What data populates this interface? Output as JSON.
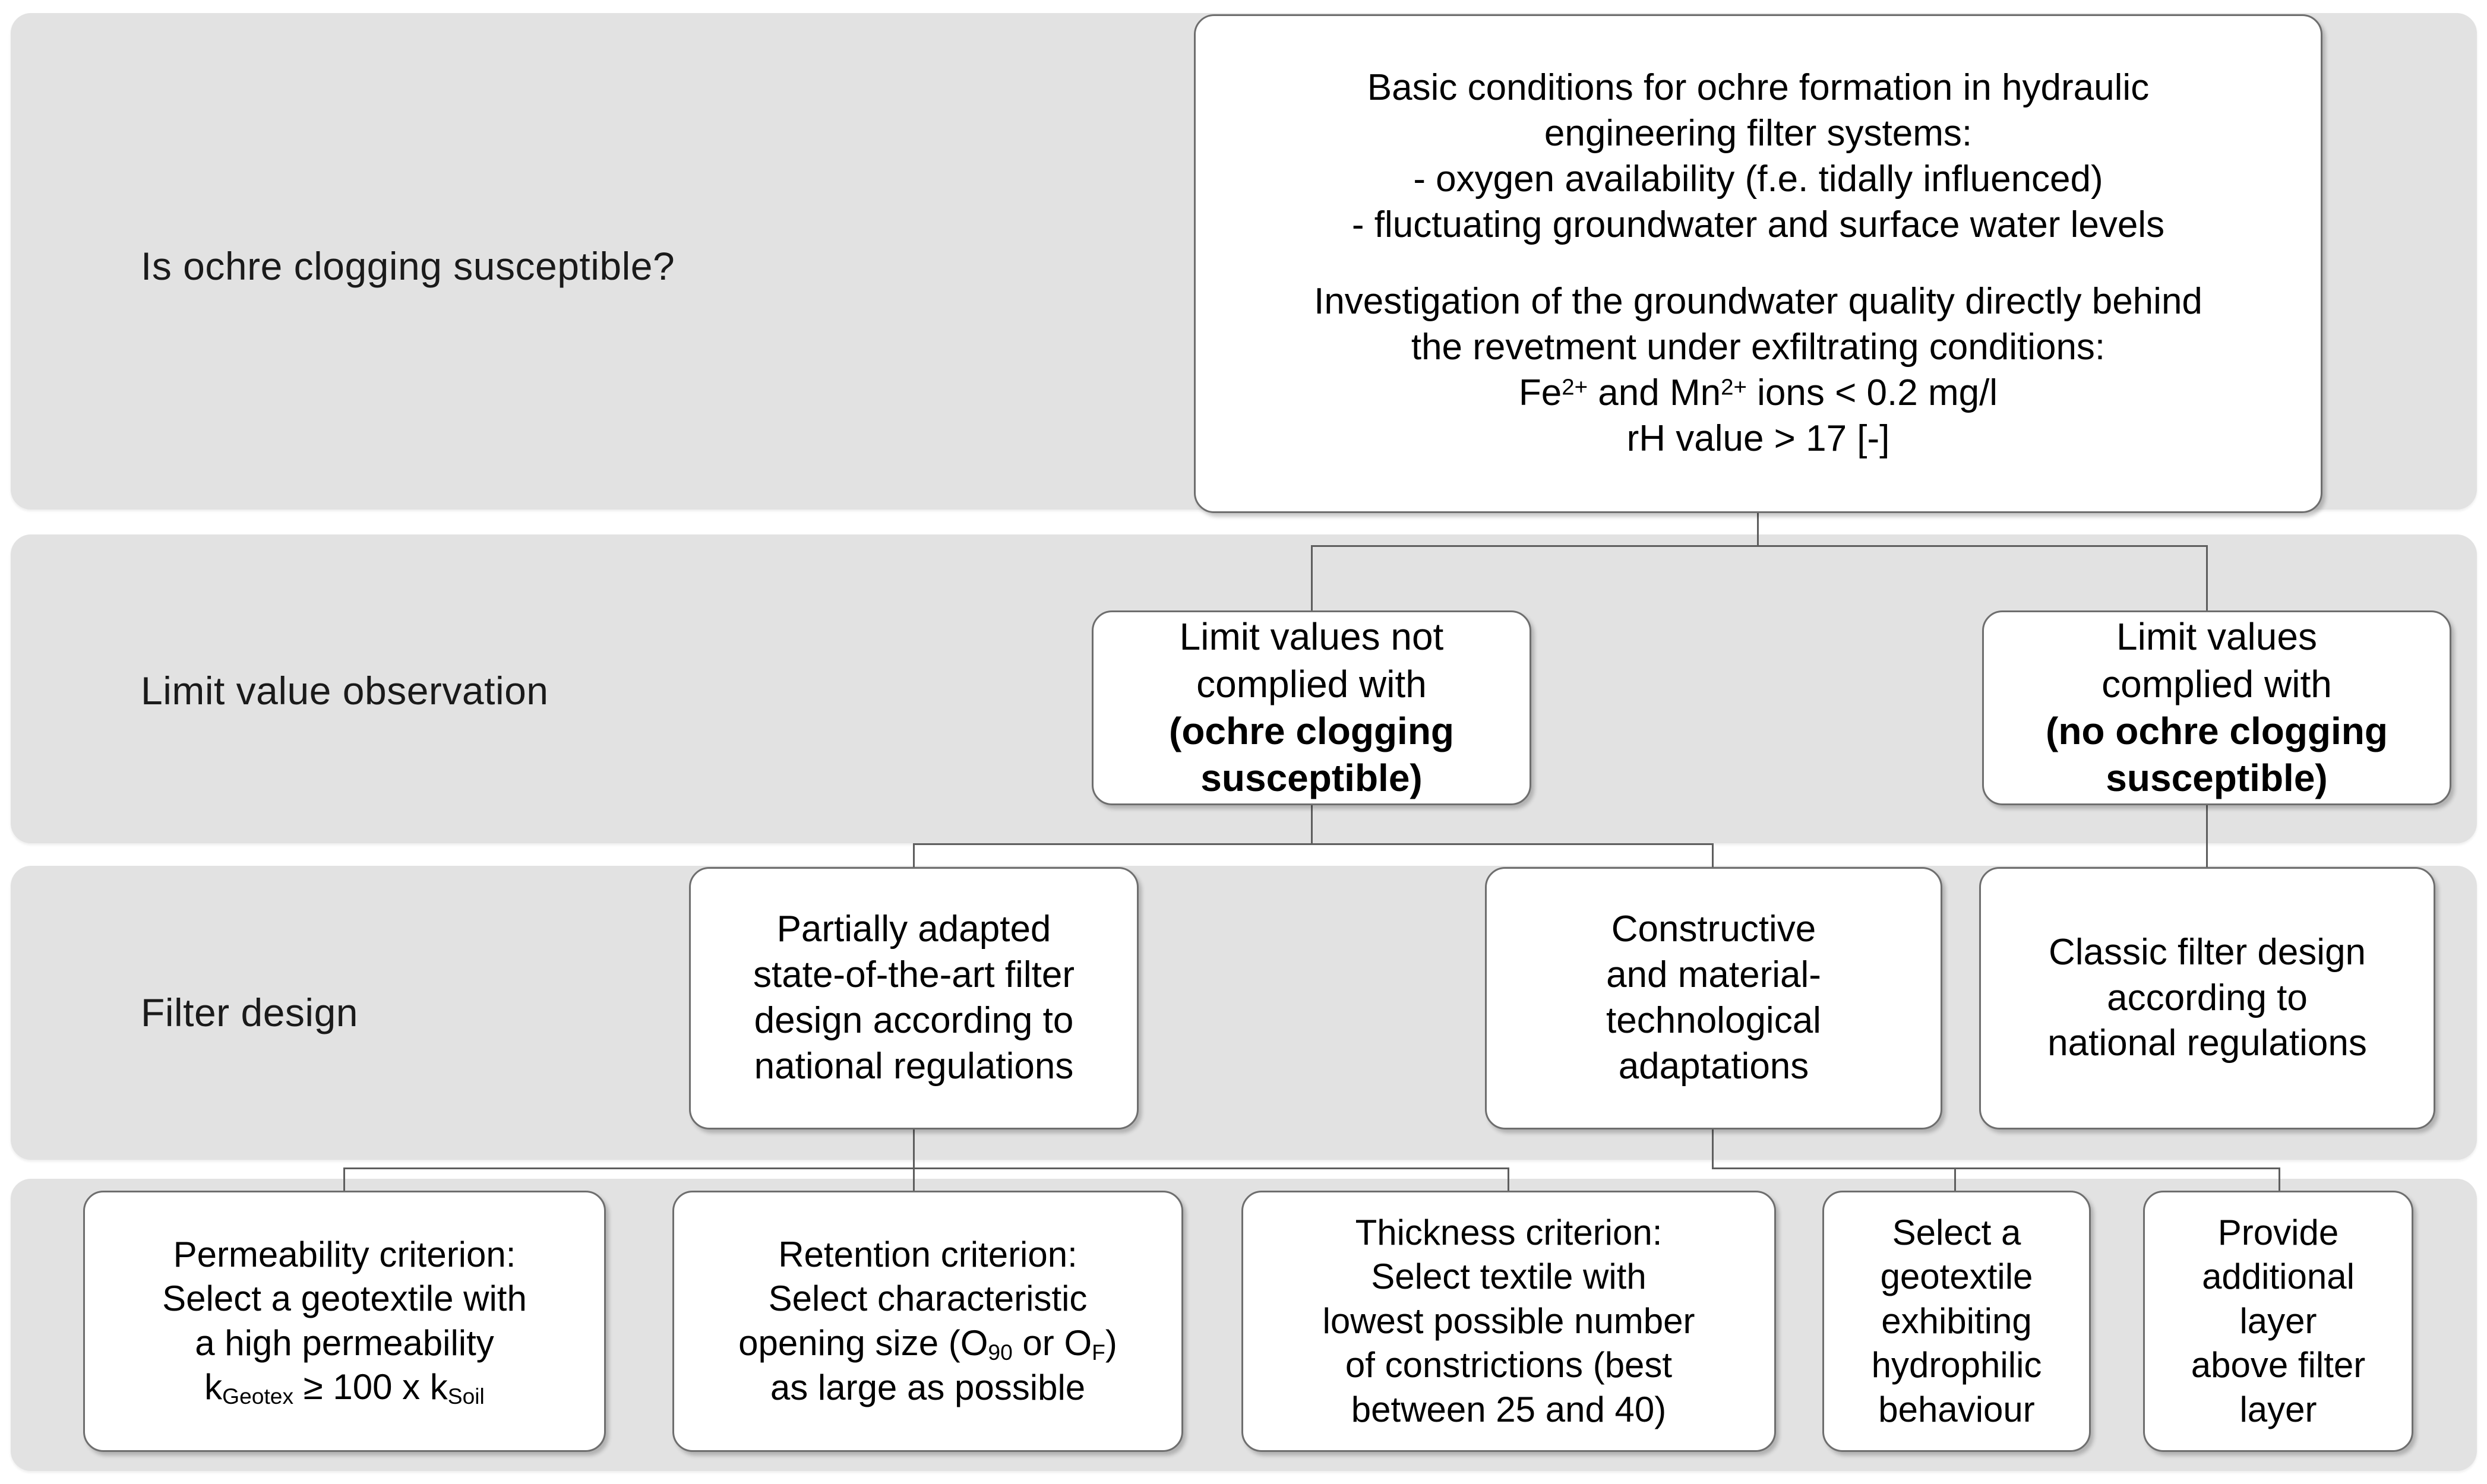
{
  "diagram": {
    "title": "Ochre clogging susceptibility and filter design decision flowchart",
    "band_color": "#e2e2e2",
    "node_border_color": "#6e6e6e",
    "node_fill": "#ffffff",
    "connector_color": "#5e5e5e"
  },
  "rows": [
    {
      "label": "Is ochre clogging  susceptible?"
    },
    {
      "label": "Limit value observation"
    },
    {
      "label": "Filter design"
    },
    {
      "label": ""
    }
  ],
  "nodes": {
    "basic_conditions": {
      "line1": "Basic conditions for ochre formation in hydraulic",
      "line2": "engineering filter systems:",
      "line3": "- oxygen availability (f.e. tidally influenced)",
      "line4": "- fluctuating groundwater and surface water levels",
      "line5": "Investigation of the groundwater quality directly behind",
      "line6": "the revetment under exfiltrating conditions:",
      "line7_pre": "Fe",
      "line7_sup1": "2+",
      "line7_mid": " and Mn",
      "line7_sup2": "2+",
      "line7_post": " ions < 0.2 mg/l",
      "line8": "rH value > 17 [-]"
    },
    "limit_not_complied": {
      "line1": "Limit values not",
      "line2": "complied with",
      "bold1": "(ochre clogging",
      "bold2": "susceptible)"
    },
    "limit_complied": {
      "line1": "Limit values",
      "line2": "complied with",
      "bold1": "(no ochre clogging",
      "bold2": "susceptible)"
    },
    "partially_adapted": {
      "line1": "Partially adapted",
      "line2": "state-of-the-art filter",
      "line3": "design according to",
      "line4": "national regulations"
    },
    "constructive_adaptations": {
      "line1": "Constructive",
      "line2": "and material-",
      "line3": "technological",
      "line4": "adaptations"
    },
    "classic_filter_design": {
      "line1": "Classic filter design",
      "line2": "according to",
      "line3": "national regulations"
    },
    "permeability_criterion": {
      "line1": "Permeability criterion:",
      "line2": "Select a geotextile with",
      "line3": "a high permeability",
      "line4_k1": "k",
      "line4_sub1": "Geotex",
      "line4_mid": " ≥ 100 x ",
      "line4_k2": "k",
      "line4_sub2": "Soil"
    },
    "retention_criterion": {
      "line1": "Retention criterion:",
      "line2": "Select characteristic",
      "line3_pre": "opening size (O",
      "line3_sub1": "90",
      "line3_mid": " or O",
      "line3_sub2": "F",
      "line3_post": ")",
      "line4": "as large as possible"
    },
    "thickness_criterion": {
      "line1": "Thickness criterion:",
      "line2": "Select textile with",
      "line3": "lowest possible number",
      "line4": "of constrictions (best",
      "line5": "between 25 and 40)"
    },
    "hydrophilic_geotextile": {
      "line1": "Select a",
      "line2": "geotextile",
      "line3": "exhibiting",
      "line4": "hydrophilic",
      "line5": "behaviour"
    },
    "additional_layer": {
      "line1": "Provide",
      "line2": "additional",
      "line3": "layer",
      "line4": "above filter",
      "line5": "layer"
    }
  }
}
